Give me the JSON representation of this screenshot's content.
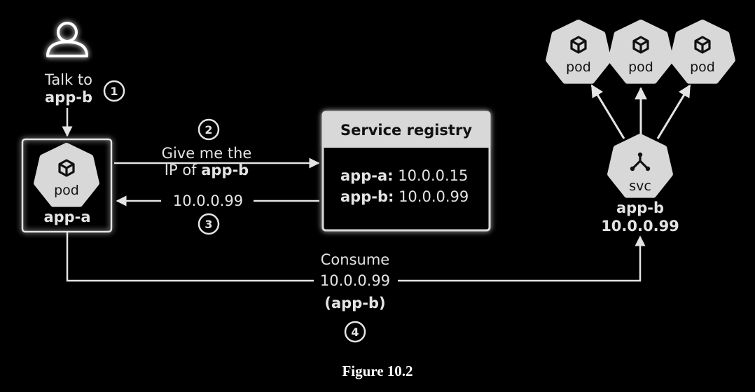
{
  "colors": {
    "background": "#000000",
    "foreground": "#e4e4e4",
    "heptagon": "#d8d8d8",
    "icon_dark": "#111111"
  },
  "user": {
    "icon": "person-icon"
  },
  "step1": {
    "number": "1",
    "line1": "Talk to",
    "line2": "app-b"
  },
  "app_a": {
    "pod_label": "pod",
    "name": "app-a",
    "icon": "cube-icon"
  },
  "step2": {
    "number": "2",
    "line1": "Give me the",
    "line2_prefix": "IP of ",
    "line2_bold": "app-b"
  },
  "step3": {
    "number": "3",
    "ip": "10.0.0.99"
  },
  "registry": {
    "title": "Service registry",
    "entries": [
      {
        "key": "app-a:",
        "value": " 10.0.0.15"
      },
      {
        "key": "app-b:",
        "value": " 10.0.0.99"
      }
    ]
  },
  "pods": [
    {
      "label": "pod",
      "icon": "cube-icon"
    },
    {
      "label": "pod",
      "icon": "cube-icon"
    },
    {
      "label": "pod",
      "icon": "cube-icon"
    }
  ],
  "svc": {
    "label": "svc",
    "name": "app-b",
    "ip": "10.0.0.99",
    "icon": "network-icon"
  },
  "step4": {
    "number": "4",
    "line1": "Consume",
    "line2": "10.0.0.99",
    "line3": "(app-b)"
  },
  "caption": "Figure 10.2"
}
